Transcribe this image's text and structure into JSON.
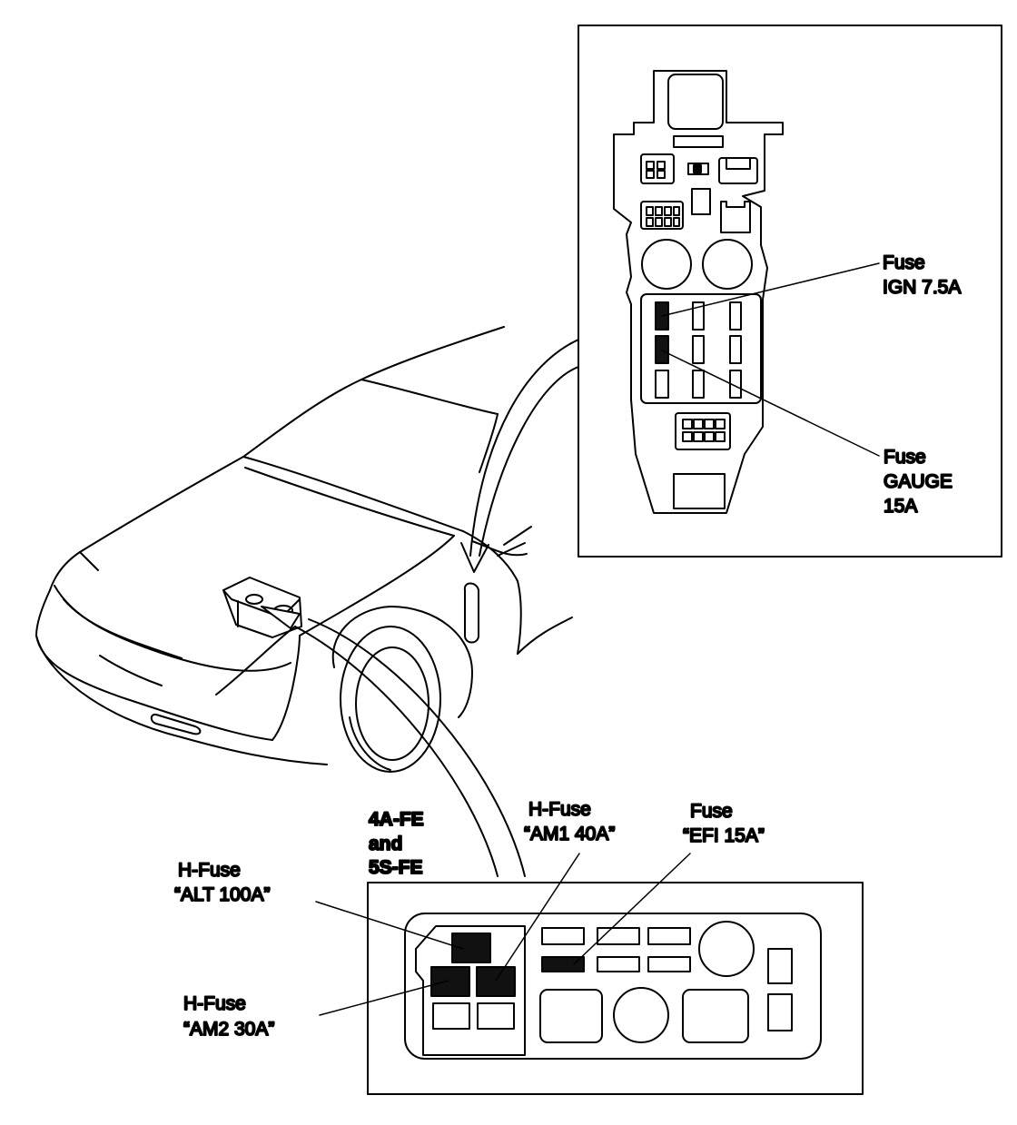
{
  "labels": {
    "ign_fuse": {
      "line1": "Fuse",
      "line2": "IGN 7.5A"
    },
    "gauge_fuse": {
      "line1": "Fuse",
      "line2": "GAUGE",
      "line3": "15A"
    },
    "engines": {
      "line1": "4A-FE",
      "line2": "and",
      "line3": "5S-FE"
    },
    "am1_fuse": {
      "line1": "H-Fuse",
      "line2": "“AM1 40A”"
    },
    "efi_fuse": {
      "line1": "Fuse",
      "line2": "“EFI 15A”"
    },
    "alt_fuse": {
      "line1": "H-Fuse",
      "line2": "“ALT 100A”"
    },
    "am2_fuse": {
      "line1": "H-Fuse",
      "line2": "“AM2 30A”"
    }
  },
  "colors": {
    "ink": "#000000",
    "paper": "#ffffff",
    "fuse_fill": "#111111"
  }
}
